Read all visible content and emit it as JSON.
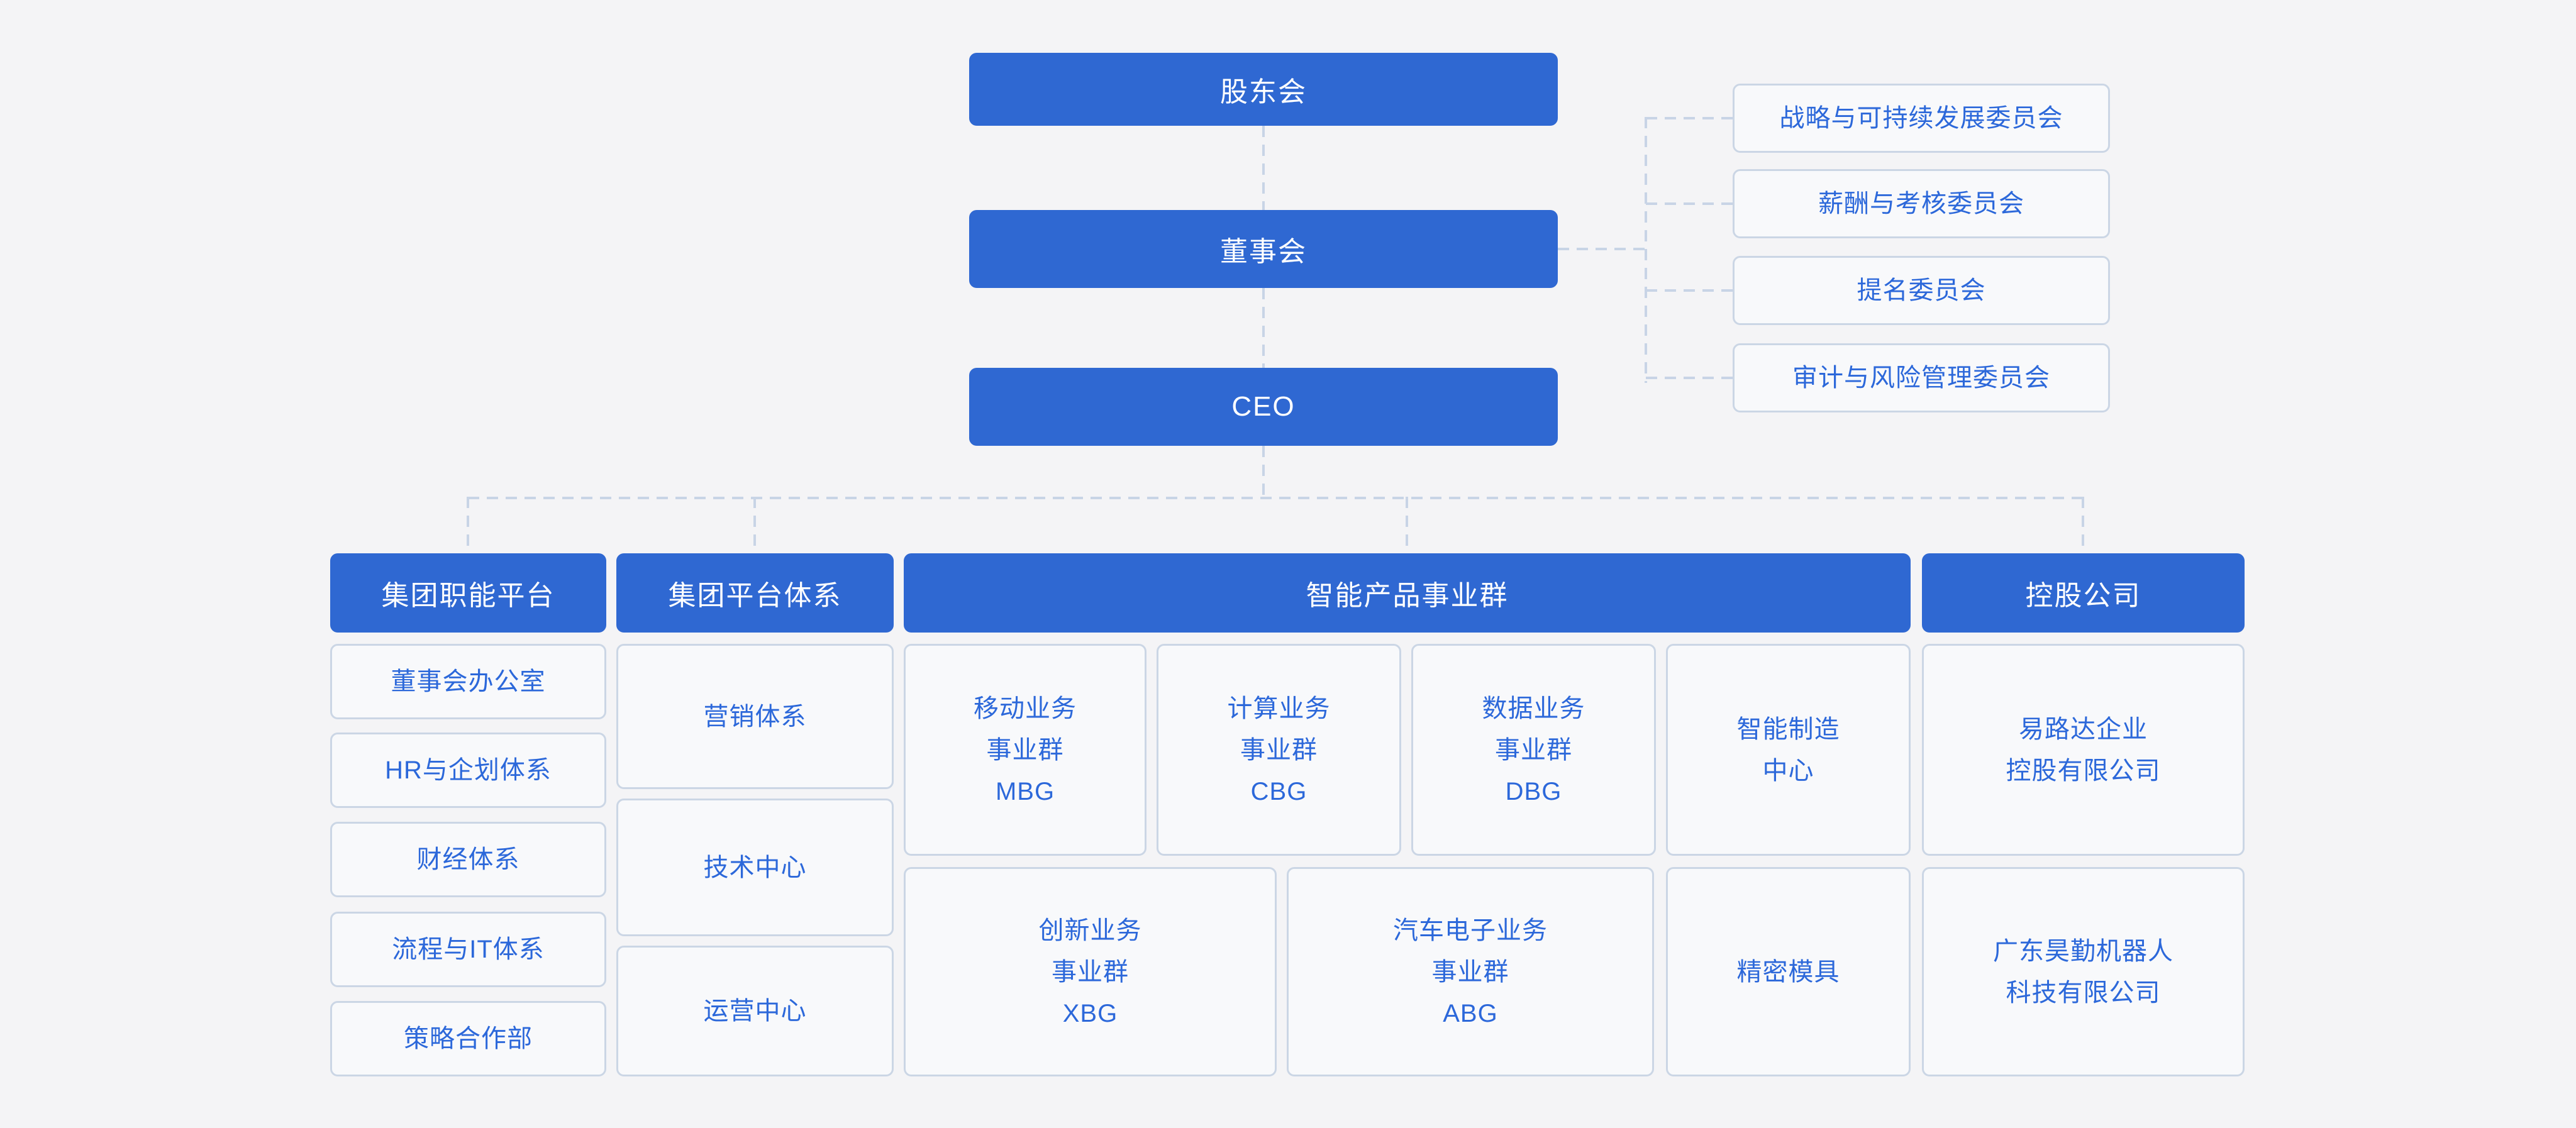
{
  "palette": {
    "pillar_blue": "#2F68D2",
    "node_text_blue": "#2C68DA",
    "node_border": "#CBD6E5",
    "node_fill": "#F8F9FB",
    "connector": "#C8D4E6",
    "page_background": "#F4F4F6"
  },
  "chain": {
    "shareholders": "股东会",
    "board": "董事会",
    "ceo": "CEO"
  },
  "committees": [
    "战略与可持续发展委员会",
    "薪酬与考核委员会",
    "提名委员会",
    "审计与风险管理委员会"
  ],
  "columns": {
    "functional": {
      "header": "集团职能平台",
      "items": [
        "董事会办公室",
        "HR与企划体系",
        "财经体系",
        "流程与IT体系",
        "策略合作部"
      ]
    },
    "platform": {
      "header": "集团平台体系",
      "items": [
        "营销体系",
        "技术中心",
        "运营中心"
      ]
    },
    "smart_products": {
      "header": "智能产品事业群",
      "row1": [
        "移动业务\n事业群\nMBG",
        "计算业务\n事业群\nCBG",
        "数据业务\n事业群\nDBG",
        "智能制造\n中心"
      ],
      "row2": [
        "创新业务\n事业群\nXBG",
        "汽车电子业务\n事业群\nABG",
        "精密模具"
      ]
    },
    "holding": {
      "header": "控股公司",
      "items": [
        "易路达企业\n控股有限公司",
        "广东昊勤机器人\n科技有限公司"
      ]
    }
  }
}
